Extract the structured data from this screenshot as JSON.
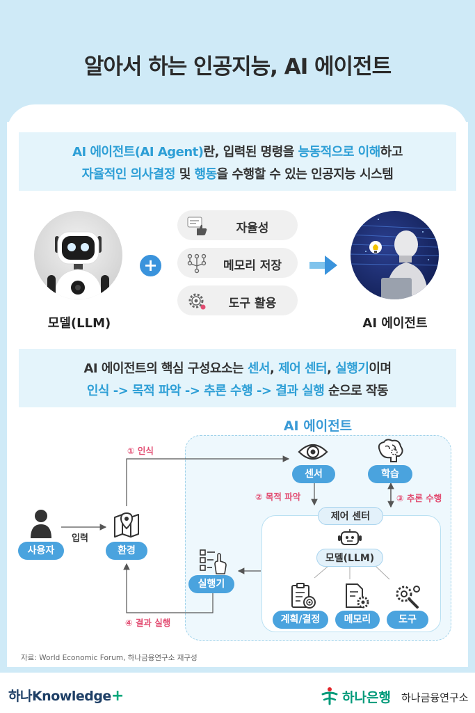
{
  "title": "알아서 하는 인공지능, AI 에이전트",
  "definition": {
    "line1_parts": [
      "AI 에이전트(AI Agent)",
      "란, 입력된 명령을 ",
      "능동적으로 이해",
      "하고"
    ],
    "line2_parts": [
      "자율적인 의사결정",
      " 및 ",
      "행동",
      "을 수행할 수 있는 인공지능 시스템"
    ]
  },
  "equation": {
    "model_label": "모델(LLM)",
    "plus": "+",
    "features": [
      {
        "label": "자율성",
        "icon": "thumbs-up-chat-icon"
      },
      {
        "label": "메모리 저장",
        "icon": "network-tree-icon"
      },
      {
        "label": "도구 활용",
        "icon": "gear-tool-icon"
      }
    ],
    "result_label": "AI 에이전트"
  },
  "components": {
    "line1_parts": [
      "AI 에이전트의 핵심 구성요소는 ",
      "센서",
      ", ",
      "제어 센터",
      ", ",
      "실행기",
      "이며"
    ],
    "line2_parts": [
      "인식 -> 목적 파악 -> 추론 수행 -> 결과 실행",
      " 순으로 작동"
    ]
  },
  "diagram": {
    "agent_title": "AI 에이전트",
    "user": "사용자",
    "input_label": "입력",
    "environment": "환경",
    "sensor": "센서",
    "learning": "학습",
    "control_center": "제어 센터",
    "model": "모델(LLM)",
    "plan": "계획/결정",
    "memory": "메모리",
    "tool": "도구",
    "executor": "실행기",
    "step1": "① 인식",
    "step2": "② 목적 파악",
    "step3": "③ 추론 수행",
    "step4": "④ 결과 실행"
  },
  "source": "자료: World Economic Forum, 하나금융연구소 재구성",
  "footer": {
    "left_logo_text": "하나Knowledge",
    "left_logo_plus": "+",
    "right_logo_bank": "하나은행",
    "right_logo_institute": "하나금융연구소"
  },
  "colors": {
    "accent_blue": "#2e9fd6",
    "node_blue": "#4aa3de",
    "step_pink": "#e24d72",
    "band": "#cfeaf7",
    "box_bg": "#e4f4fb",
    "brand_green": "#009a7a"
  }
}
